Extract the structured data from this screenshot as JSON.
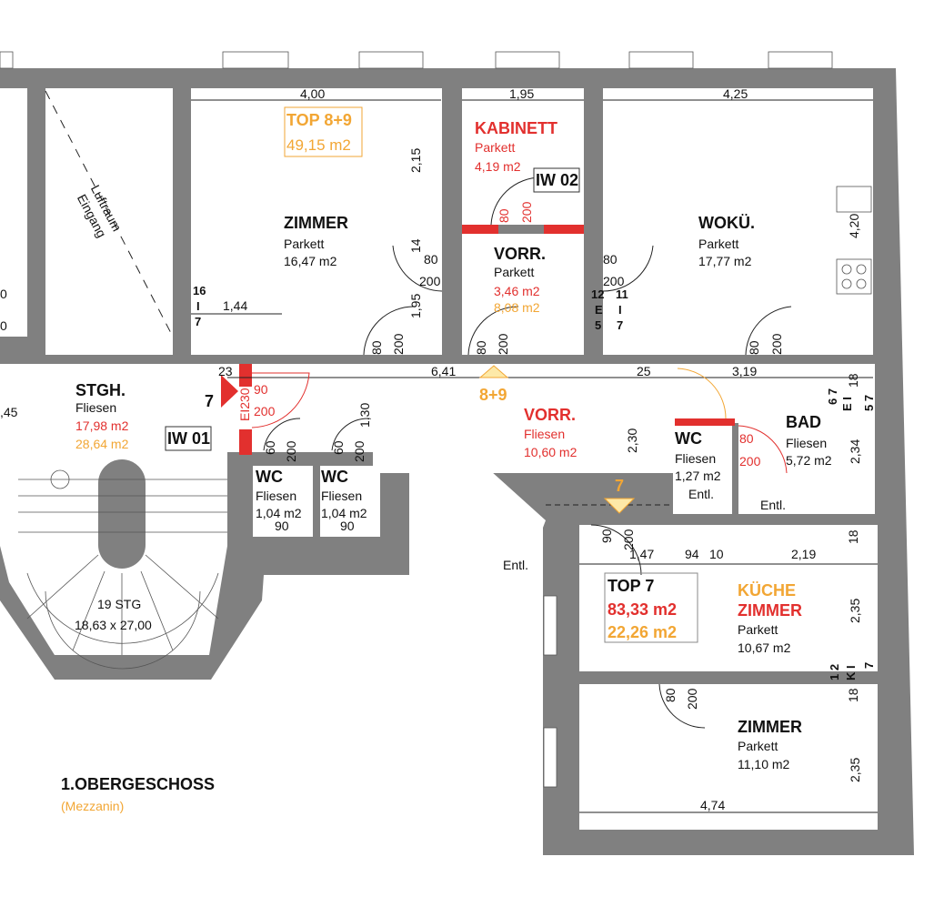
{
  "colors": {
    "wall": "#808080",
    "red": "#e2302e",
    "orange": "#f2a634"
  },
  "title": {
    "main": "1.OBERGESCHOSS",
    "sub": "(Mezzanin)"
  },
  "top89": {
    "label": "TOP 8+9",
    "area": "49,15 m2",
    "marker": "8+9"
  },
  "top7": {
    "label": "TOP 7",
    "area_red": "83,33 m2",
    "area_orange": "22,26 m2",
    "marker": "7",
    "entrance_marker": "7"
  },
  "tags": {
    "iw01": "IW 01",
    "iw02": "IW 02",
    "fire_door": "EI230"
  },
  "luftraum": {
    "line1": "Luftraum",
    "line2": "Eingang"
  },
  "rooms": {
    "zimmer1": {
      "name": "ZIMMER",
      "floor": "Parkett",
      "area": "16,47 m2"
    },
    "kabinett": {
      "name": "KABINETT",
      "floor": "Parkett",
      "area": "4,19 m2"
    },
    "woku": {
      "name": "WOKÜ.",
      "floor": "Parkett",
      "area": "17,77 m2"
    },
    "vorr1": {
      "name": "VORR.",
      "floor": "Parkett",
      "area_red": "3,46 m2",
      "area_orange": "8,08 m2"
    },
    "stgh": {
      "name": "STGH.",
      "floor": "Fliesen",
      "area_red": "17,98 m2",
      "area_orange": "28,64 m2"
    },
    "vorr2": {
      "name": "VORR.",
      "floor": "Fliesen",
      "area": "10,60 m2"
    },
    "wc1": {
      "name": "WC",
      "floor": "Fliesen",
      "area": "1,04 m2",
      "width": "90"
    },
    "wc2": {
      "name": "WC",
      "floor": "Fliesen",
      "area": "1,04 m2",
      "width": "90"
    },
    "wc3": {
      "name": "WC",
      "floor": "Fliesen",
      "area": "1,27 m2",
      "note": "Entl."
    },
    "bad": {
      "name": "BAD",
      "floor": "Fliesen",
      "area": "5,72 m2"
    },
    "kueche": {
      "name1": "KÜCHE",
      "name2": "ZIMMER",
      "floor": "Parkett",
      "area": "10,67 m2"
    },
    "zimmer2": {
      "name": "ZIMMER",
      "floor": "Parkett",
      "area": "11,10 m2"
    }
  },
  "stairs": {
    "count": "19 STG",
    "size": "18,63 x 27,00"
  },
  "notes": {
    "entl_a": "Entl.",
    "entl_b": "Entl."
  },
  "dims": [
    "4,00",
    "1,95",
    "4,25",
    "2,15",
    "14",
    "1,95",
    "4,20",
    "1,44",
    "23",
    "6,41",
    "25",
    "3,19",
    "1,30",
    "2,30",
    "18",
    "2,34",
    "18",
    "1,47",
    "94",
    "10",
    "2,19",
    "2,35",
    "18",
    "2,35",
    "4,74",
    ",45",
    "0",
    "0"
  ],
  "doors": [
    "80",
    "200",
    "80",
    "200",
    "80",
    "200",
    "80",
    "200",
    "80",
    "200",
    "80",
    "200",
    "90",
    "200",
    "60",
    "200",
    "60",
    "200",
    "80",
    "200",
    "90",
    "200",
    "80",
    "200"
  ],
  "codes": [
    "16",
    "I",
    "7",
    "12",
    "E",
    "5",
    "11",
    "I",
    "7",
    "6 7",
    "E I",
    "5 7",
    "1 2",
    "K I",
    "7"
  ]
}
